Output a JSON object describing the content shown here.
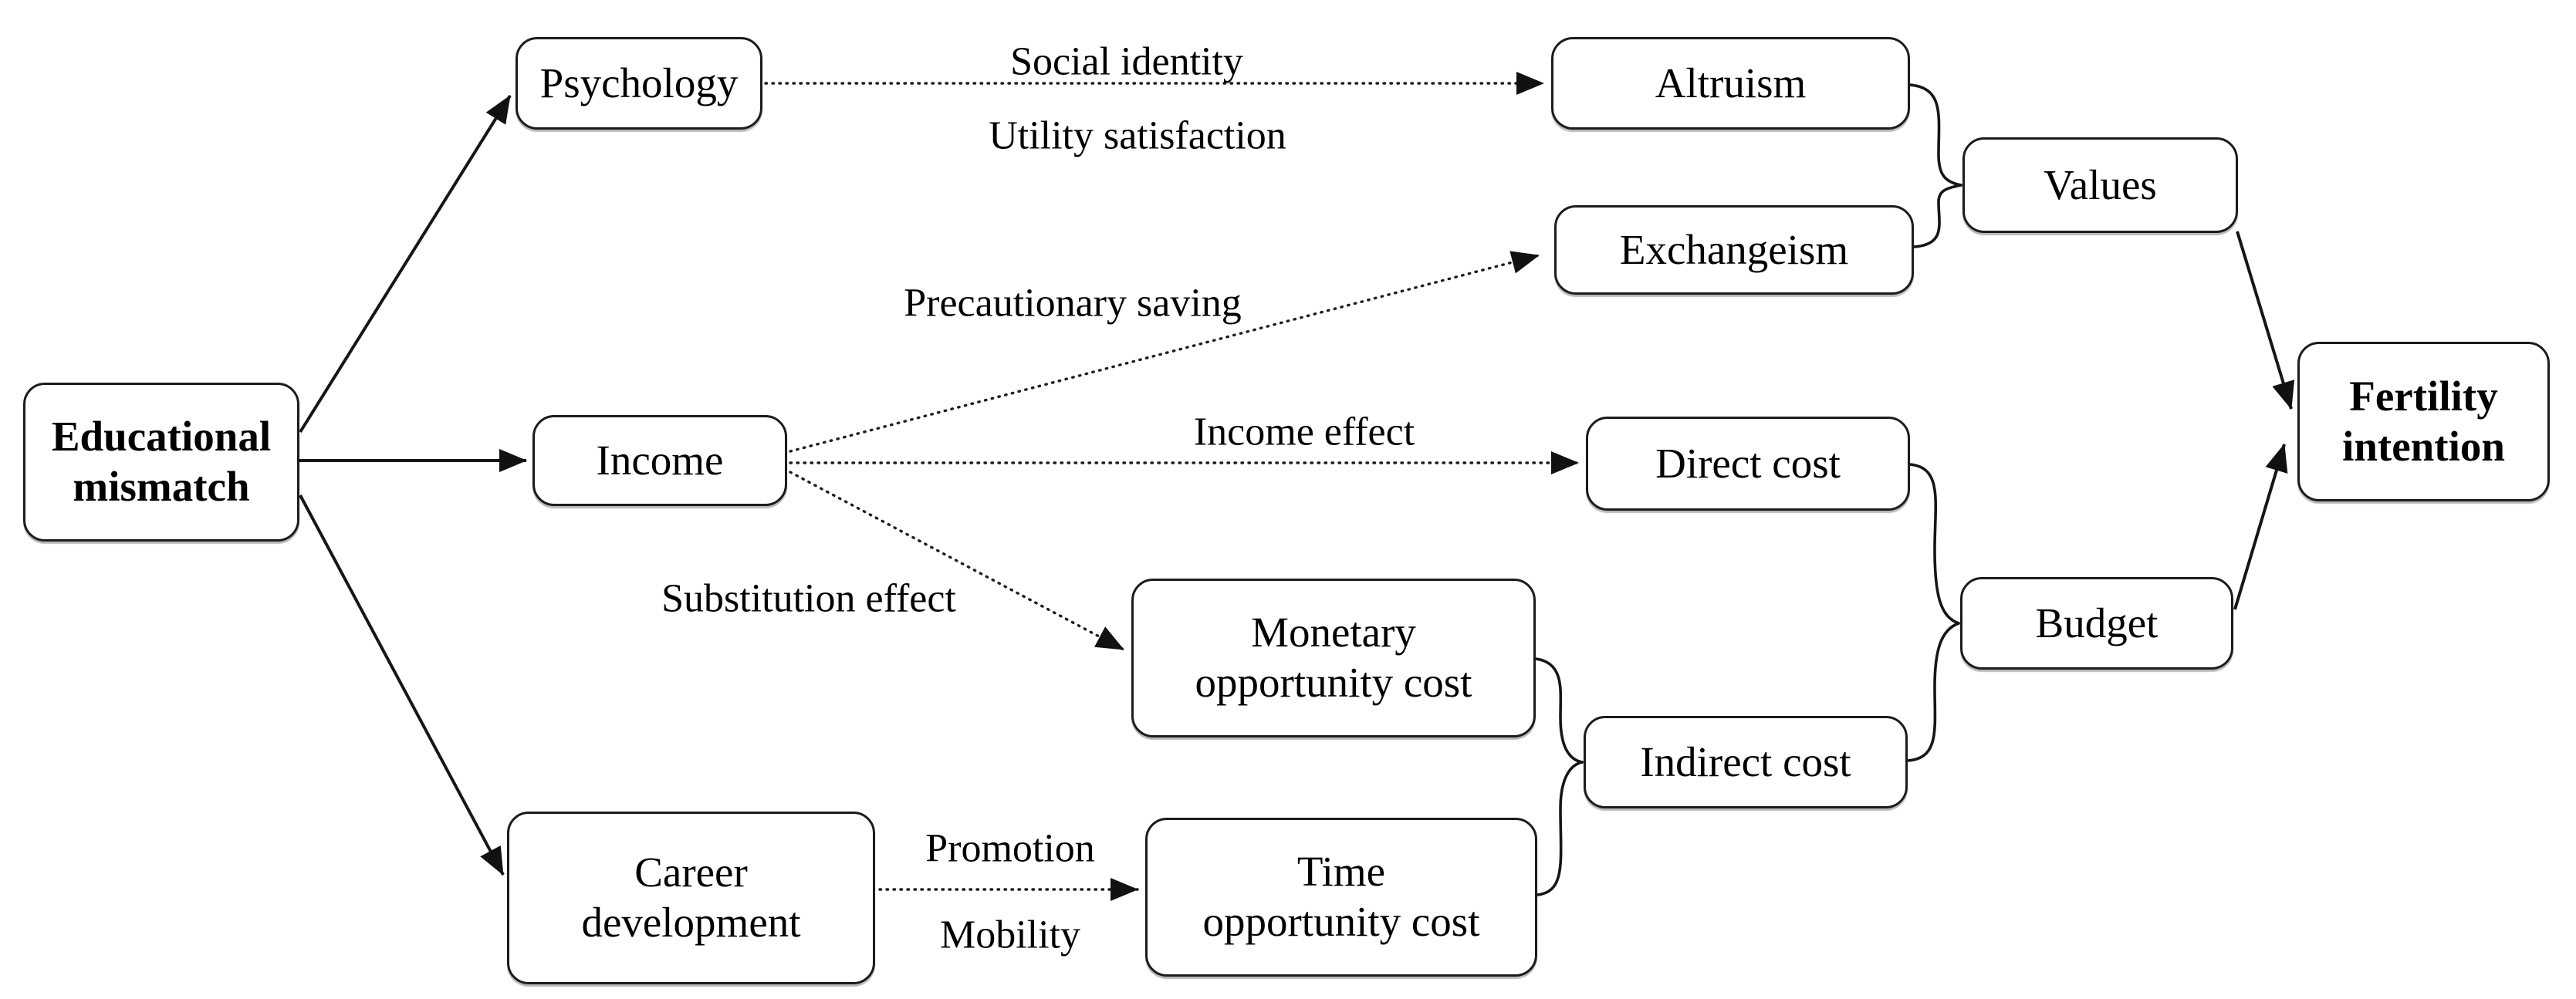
{
  "diagram": {
    "description": "Conceptual framework linking educational mismatch to fertility intention",
    "colors": {
      "ink": "#1a1a1a",
      "background": "#ffffff"
    }
  },
  "nodes": {
    "educational_mismatch": {
      "line1": "Educational",
      "line2": "mismatch",
      "bold": true
    },
    "psychology": {
      "label": "Psychology"
    },
    "income": {
      "label": "Income"
    },
    "career_development": {
      "line1": "Career",
      "line2": "development"
    },
    "altruism": {
      "label": "Altruism"
    },
    "exchangeism": {
      "label": "Exchangeism"
    },
    "direct_cost": {
      "label": "Direct cost"
    },
    "monetary_opportunity_cost": {
      "line1": "Monetary",
      "line2": "opportunity cost"
    },
    "indirect_cost": {
      "label": "Indirect cost"
    },
    "time_opportunity_cost": {
      "line1": "Time",
      "line2": "opportunity cost"
    },
    "values": {
      "label": "Values"
    },
    "budget": {
      "label": "Budget"
    },
    "fertility_intention": {
      "line1": "Fertility",
      "line2": "intention",
      "bold": true
    }
  },
  "edge_labels": {
    "social_identity": "Social identity",
    "utility_satisfaction": "Utility satisfaction",
    "precautionary_saving": "Precautionary saving",
    "income_effect": "Income effect",
    "substitution_effect": "Substitution effect",
    "promotion": "Promotion",
    "mobility": "Mobility"
  },
  "edges": [
    {
      "from": "educational_mismatch",
      "to": "psychology",
      "style": "solid-arrow"
    },
    {
      "from": "educational_mismatch",
      "to": "income",
      "style": "solid-arrow"
    },
    {
      "from": "educational_mismatch",
      "to": "career_development",
      "style": "solid-arrow"
    },
    {
      "from": "psychology",
      "to": "altruism",
      "style": "dotted-arrow",
      "labels": [
        "Social identity",
        "Utility satisfaction"
      ]
    },
    {
      "from": "income",
      "to": "exchangeism",
      "style": "dotted-arrow",
      "labels": [
        "Precautionary saving"
      ]
    },
    {
      "from": "income",
      "to": "direct_cost",
      "style": "dotted-arrow",
      "labels": [
        "Income effect"
      ]
    },
    {
      "from": "income",
      "to": "monetary_opportunity_cost",
      "style": "dotted-arrow",
      "labels": [
        "Substitution effect"
      ]
    },
    {
      "from": "career_development",
      "to": "time_opportunity_cost",
      "style": "dotted-arrow",
      "labels": [
        "Promotion",
        "Mobility"
      ]
    },
    {
      "from": [
        "altruism",
        "exchangeism"
      ],
      "to": "values",
      "style": "brace"
    },
    {
      "from": [
        "direct_cost",
        "indirect_cost"
      ],
      "to": "budget",
      "style": "brace"
    },
    {
      "from": [
        "monetary_opportunity_cost",
        "time_opportunity_cost"
      ],
      "to": "indirect_cost",
      "style": "brace"
    },
    {
      "from": "values",
      "to": "fertility_intention",
      "style": "solid-arrow"
    },
    {
      "from": "budget",
      "to": "fertility_intention",
      "style": "solid-arrow"
    }
  ]
}
